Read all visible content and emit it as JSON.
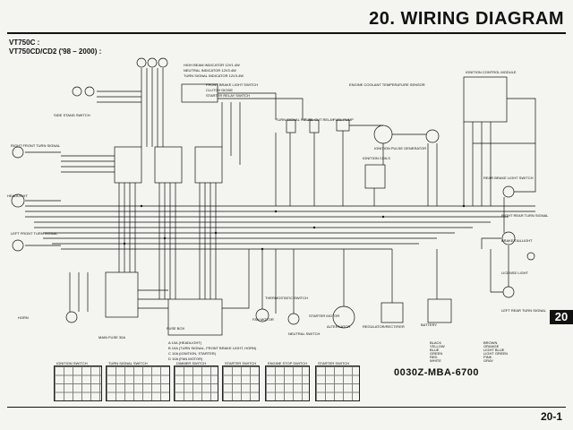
{
  "page": {
    "title": "20. WIRING DIAGRAM",
    "models": [
      "VT750C :",
      "VT750CD/CD2 ('98 – 2000) :"
    ],
    "section_tab": "20",
    "part_number": "0030Z-MBA-6700",
    "page_number": "20-1"
  },
  "colors": {
    "ink": "#111111",
    "paper": "#f4f4f1"
  },
  "wire_colors": [
    "BLACK",
    "BROWN",
    "YELLOW",
    "ORANGE",
    "BLUE",
    "LIGHT BLUE",
    "GREEN",
    "LIGHT GREEN",
    "RED",
    "PINK",
    "WHITE",
    "GRAY"
  ],
  "switch_tables": [
    "IGNITION SWITCH",
    "TURN SIGNAL SWITCH",
    "DIMMER SWITCH",
    "STARTER SWITCH",
    "ENGINE STOP SWITCH",
    "STARTER SWITCH"
  ],
  "component_labels": [
    "HIGH BEAM INDICATOR 12V1.4W",
    "NEUTRAL INDICATOR 12V3.4W",
    "TURN SIGNAL INDICATOR 12V3.4W",
    "IGNITION CONTROL MODULE",
    "ENGINE COOLANT TEMPERATURE SENSOR",
    "FRONT BRAKE LIGHT SWITCH",
    "CLUTCH DIODE",
    "STARTER RELAY SWITCH",
    "FUEL PUMP",
    "FUEL CUT RELAY",
    "TURN SIGNAL RELAY",
    "IGNITION COILS",
    "RIGHT FRONT TURN SIGNAL",
    "LEFT FRONT TURN SIGNAL",
    "HEADLIGHT",
    "HORN",
    "ALTERNATOR",
    "REGULATOR/RECTIFIER",
    "BATTERY",
    "STARTER MOTOR",
    "NEUTRAL SWITCH",
    "FAN MOTOR",
    "THERMOSTATIC SWITCH",
    "RIGHT REAR TURN SIGNAL",
    "LEFT REAR TURN SIGNAL",
    "BRAKE/TAILLIGHT",
    "LICENSE LIGHT",
    "REAR BRAKE LIGHT SWITCH",
    "IGNITION PULSE GENERATOR",
    "SIDE STAND SWITCH",
    "FUSE BOX",
    "MAIN FUSE 30A"
  ],
  "fuse_legend": [
    "A 10A (HEADLIGHT)",
    "B 10A (TURN SIGNAL, FRONT BRAKE LIGHT, HORN)",
    "C 10A (IGNITION, STARTER)",
    "D 10A (FAN MOTOR)"
  ]
}
